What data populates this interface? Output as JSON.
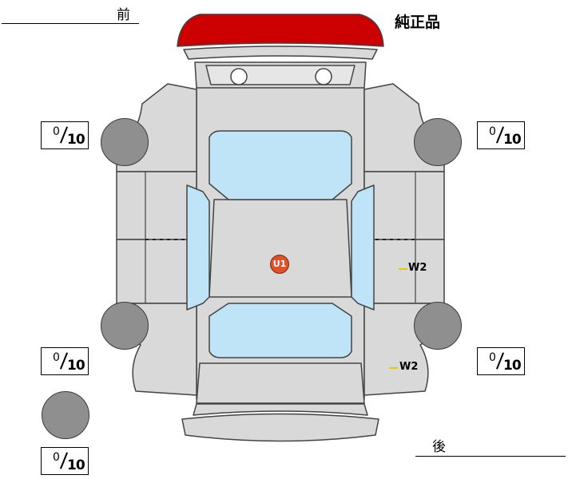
{
  "labels": {
    "front": "前",
    "rear": "後",
    "genuine": "純正品"
  },
  "tread": {
    "front_left": {
      "value": "0",
      "max": "10"
    },
    "front_right": {
      "value": "0",
      "max": "10"
    },
    "rear_left": {
      "value": "0",
      "max": "10"
    },
    "rear_right": {
      "value": "0",
      "max": "10"
    },
    "spare": {
      "value": "0",
      "max": "10"
    }
  },
  "damage_marks": [
    {
      "code": "U1",
      "location": "roof"
    },
    {
      "code": "W2",
      "location": "right-rear-door"
    },
    {
      "code": "W2",
      "location": "right-rear-fender"
    }
  ],
  "colors": {
    "body": "#d9d9d9",
    "glass": "#bfe4f7",
    "genuine_part": "#cc0000",
    "tire": "#8f8f8f",
    "marker_u": "#e0502a",
    "marker_w": "#e6c800"
  }
}
